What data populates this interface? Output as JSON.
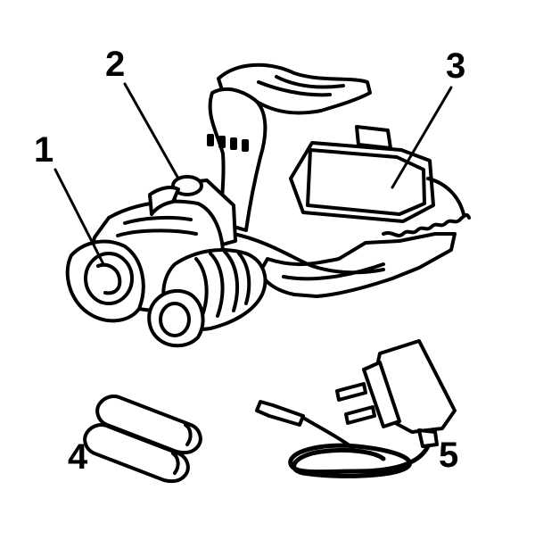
{
  "callouts": {
    "c1": "1",
    "c2": "2",
    "c3": "3",
    "c4": "4",
    "c5": "5"
  },
  "colors": {
    "stroke": "#000000",
    "fill": "#ffffff"
  },
  "icons": {
    "headlamp": "headlamp-icon",
    "batteries": "battery-icon",
    "charger": "charger-icon"
  }
}
